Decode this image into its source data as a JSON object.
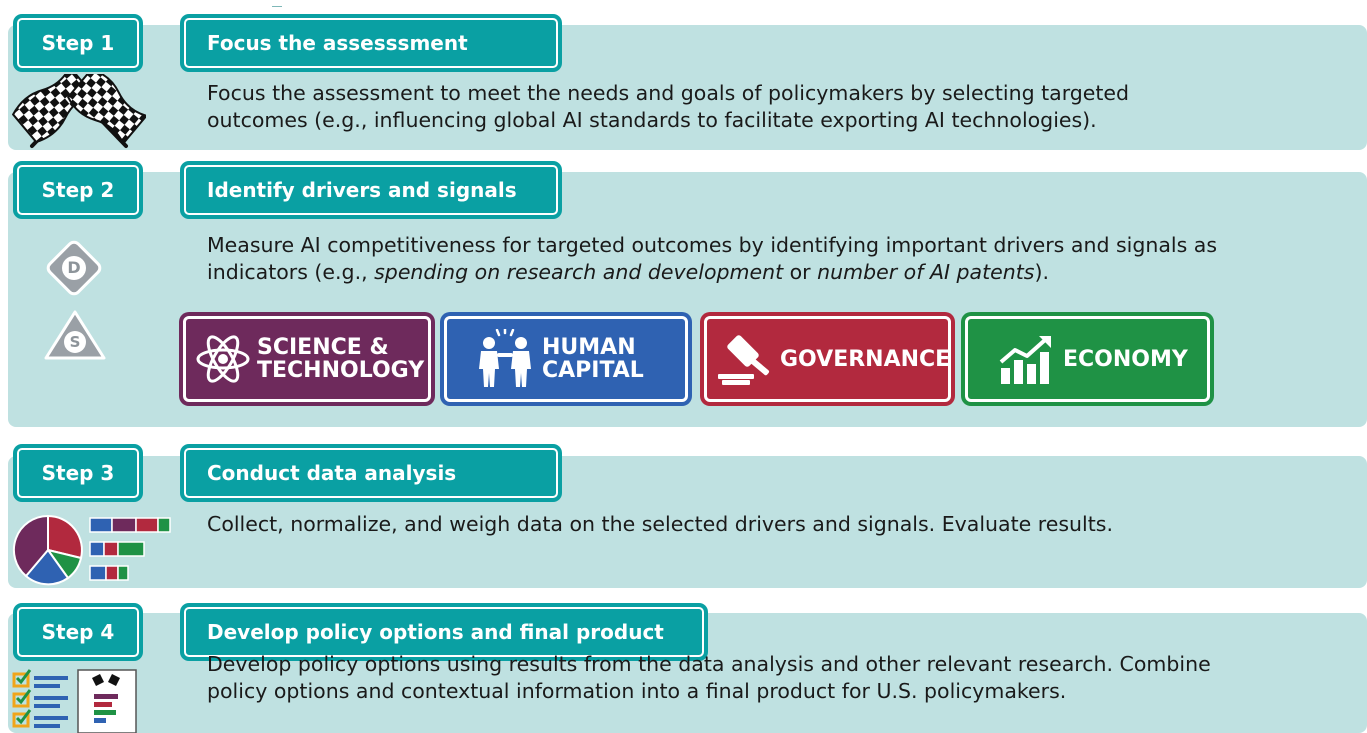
{
  "steps": [
    {
      "label": "Step 1",
      "title": "Focus the assesssment",
      "description_lines": [
        "Focus the assessment to meet the needs and goals of policymakers by selecting targeted",
        "outcomes (e.g., influencing global AI standards to facilitate exporting AI technologies)."
      ],
      "icon": "checkered-flags-icon"
    },
    {
      "label": "Step 2",
      "title": "Identify drivers and signals",
      "description_line1": "Measure AI competitiveness for targeted outcomes by identifying important drivers and signals as",
      "description_line2_parts": [
        "indicators (e.g., ",
        "spending on research and development",
        " or ",
        "number of AI patents",
        ")."
      ],
      "driver_badge": "D",
      "signal_badge": "S",
      "categories": [
        {
          "line1": "SCIENCE &",
          "line2": "TECHNOLOGY",
          "color": "#6e2a5c",
          "icon": "atom-icon"
        },
        {
          "line1": "HUMAN",
          "line2": "CAPITAL",
          "color": "#2f62b2",
          "icon": "people-icon"
        },
        {
          "line1": "GOVERNANCE",
          "line2": "",
          "color": "#b2293e",
          "icon": "gavel-icon"
        },
        {
          "line1": "ECONOMY",
          "line2": "",
          "color": "#1f9245",
          "icon": "growth-chart-icon"
        }
      ]
    },
    {
      "label": "Step 3",
      "title": "Conduct data analysis",
      "description_lines": [
        "Collect, normalize, and weigh data on the selected drivers and signals. Evaluate results."
      ],
      "icon": "pie-and-bar-chart-icon"
    },
    {
      "label": "Step 4",
      "title": "Develop policy options and final product",
      "description_lines": [
        "Develop policy options using results from the data analysis and other relevant research. Combine",
        "policy options and contextual information into a final product for U.S. policymakers."
      ],
      "icon": "checklist-and-report-icon"
    }
  ],
  "colors": {
    "band": "#bfe1e1",
    "pill": "#0aa0a3",
    "science_technology": "#6e2a5c",
    "human_capital": "#2f62b2",
    "governance": "#b2293e",
    "economy": "#1f9245"
  }
}
